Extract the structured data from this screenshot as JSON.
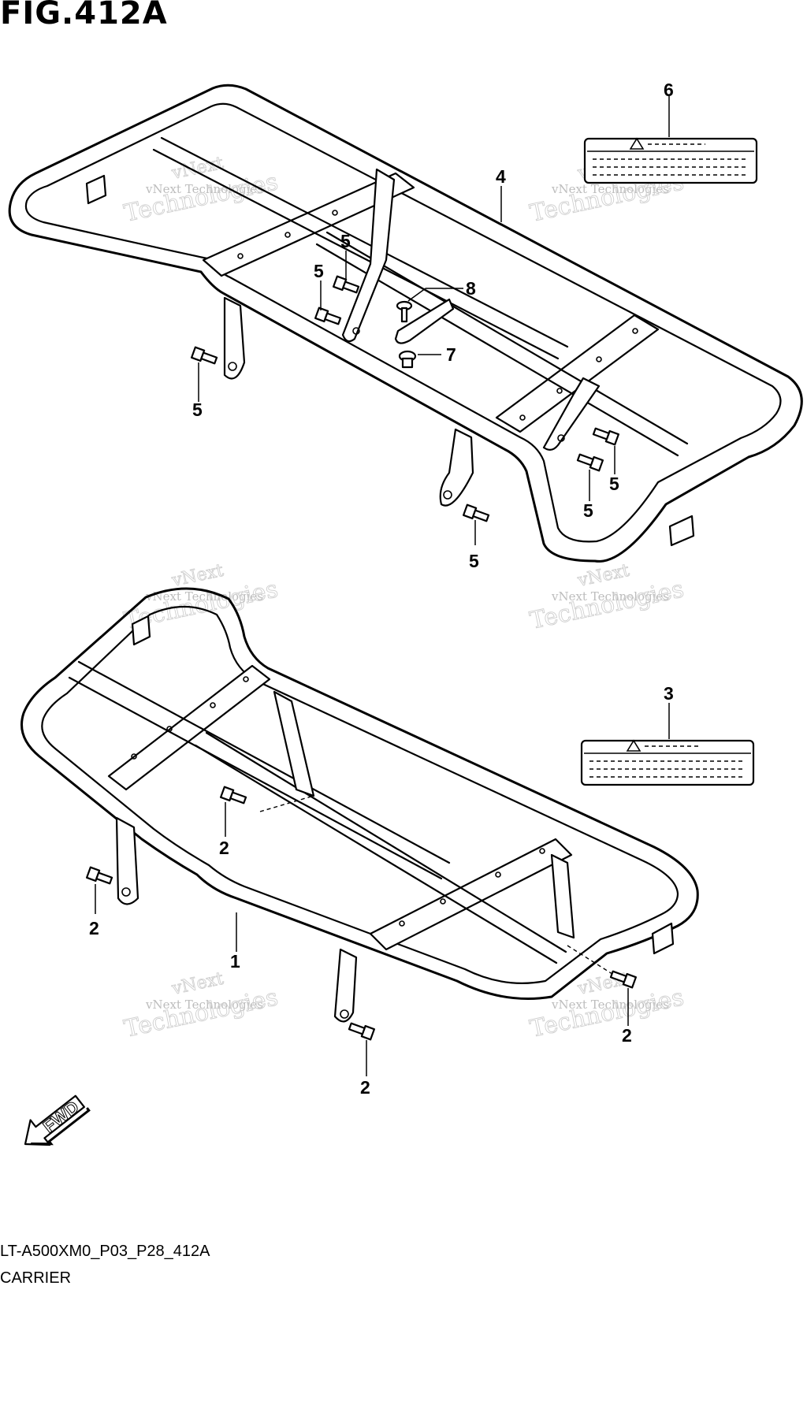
{
  "figure": {
    "title": "FIG.412A",
    "code": "LT-A500XM0_P03_P28_412A",
    "name": "CARRIER",
    "direction_label": "FWD"
  },
  "watermark": {
    "line1": "vNext",
    "line2": "vNext Technologies",
    "line3": "Technologies"
  },
  "callouts": {
    "part_1": "1",
    "part_2": "2",
    "part_3": "3",
    "part_4": "4",
    "part_5": "5",
    "part_6": "6",
    "part_7": "7",
    "part_8": "8"
  }
}
